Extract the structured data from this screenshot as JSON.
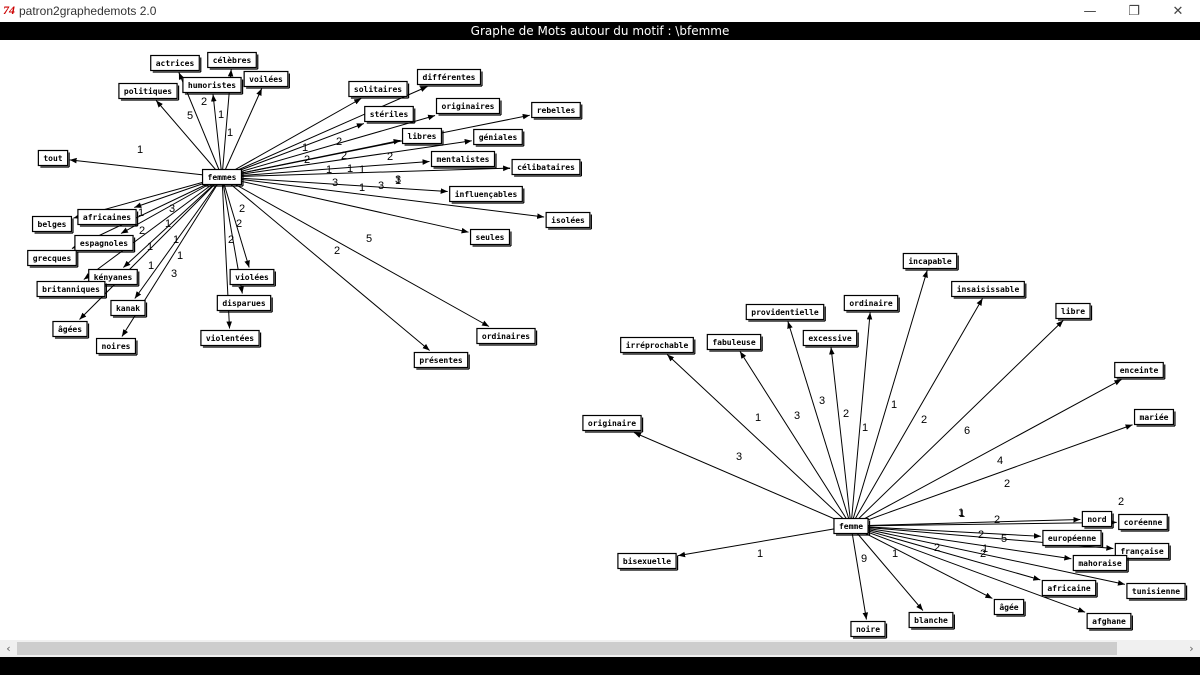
{
  "window": {
    "app_icon": "74",
    "title": "patron2graphedemots 2.0",
    "minimize_icon": "—",
    "restore_icon": "❐",
    "close_icon": "✕"
  },
  "header": {
    "title": "Graphe de Mots autour du motif : \\bfemme"
  },
  "scrollbar": {
    "left_arrow": "‹",
    "right_arrow": "›"
  },
  "graphs": [
    {
      "center": "femmes",
      "nodes": [
        {
          "label": "actrices",
          "count": ""
        },
        {
          "label": "célèbres",
          "count": ""
        },
        {
          "label": "humoristes",
          "count": "2"
        },
        {
          "label": "voilées",
          "count": "1"
        },
        {
          "label": "politiques",
          "count": "5"
        },
        {
          "label": "tout",
          "count": "1"
        },
        {
          "label": "solitaires",
          "count": ""
        },
        {
          "label": "différentes",
          "count": ""
        },
        {
          "label": "stériles",
          "count": "1"
        },
        {
          "label": "originaires",
          "count": "2"
        },
        {
          "label": "rebelles",
          "count": ""
        },
        {
          "label": "libres",
          "count": "2"
        },
        {
          "label": "géniales",
          "count": "2"
        },
        {
          "label": "mentalistes",
          "count": "2"
        },
        {
          "label": "célibataires",
          "count": "1"
        },
        {
          "label": "influençables",
          "count": "1"
        },
        {
          "label": "isolées",
          "count": "1"
        },
        {
          "label": "seules",
          "count": "3"
        },
        {
          "label": "ordinaires",
          "count": "5"
        },
        {
          "label": "présentes",
          "count": "2"
        },
        {
          "label": "violées",
          "count": "2"
        },
        {
          "label": "disparues",
          "count": "2"
        },
        {
          "label": "violentées",
          "count": "2"
        },
        {
          "label": "africaines",
          "count": "1"
        },
        {
          "label": "belges",
          "count": "3"
        },
        {
          "label": "espagnoles",
          "count": "2"
        },
        {
          "label": "grecques",
          "count": "1"
        },
        {
          "label": "kényanes",
          "count": "1"
        },
        {
          "label": "britanniques",
          "count": "1"
        },
        {
          "label": "kanak",
          "count": "1"
        },
        {
          "label": "âgées",
          "count": "1"
        },
        {
          "label": "noires",
          "count": "3"
        }
      ],
      "extra_counts": [
        "1",
        "1",
        "1",
        "3",
        "3"
      ]
    },
    {
      "center": "femme",
      "nodes": [
        {
          "label": "incapable",
          "count": "1"
        },
        {
          "label": "insaisissable",
          "count": "2"
        },
        {
          "label": "libre",
          "count": "6"
        },
        {
          "label": "enceinte",
          "count": "4"
        },
        {
          "label": "mariée",
          "count": "2"
        },
        {
          "label": "ordinaire",
          "count": "1"
        },
        {
          "label": "excessive",
          "count": "2"
        },
        {
          "label": "providentielle",
          "count": "3"
        },
        {
          "label": "fabuleuse",
          "count": "3"
        },
        {
          "label": "irréprochable",
          "count": "1"
        },
        {
          "label": "originaire",
          "count": "3"
        },
        {
          "label": "bisexuelle",
          "count": "1"
        },
        {
          "label": "noire",
          "count": "9"
        },
        {
          "label": "blanche",
          "count": "1"
        },
        {
          "label": "âgée",
          "count": "2"
        },
        {
          "label": "africaine",
          "count": "1"
        },
        {
          "label": "afghane",
          "count": "2"
        },
        {
          "label": "nord",
          "count": "1"
        },
        {
          "label": "coréenne",
          "count": "2"
        },
        {
          "label": "européenne",
          "count": "2"
        },
        {
          "label": "française",
          "count": "5"
        },
        {
          "label": "mahoraise",
          "count": "2"
        },
        {
          "label": "tunisienne",
          "count": "1"
        }
      ],
      "extra_counts": []
    }
  ]
}
